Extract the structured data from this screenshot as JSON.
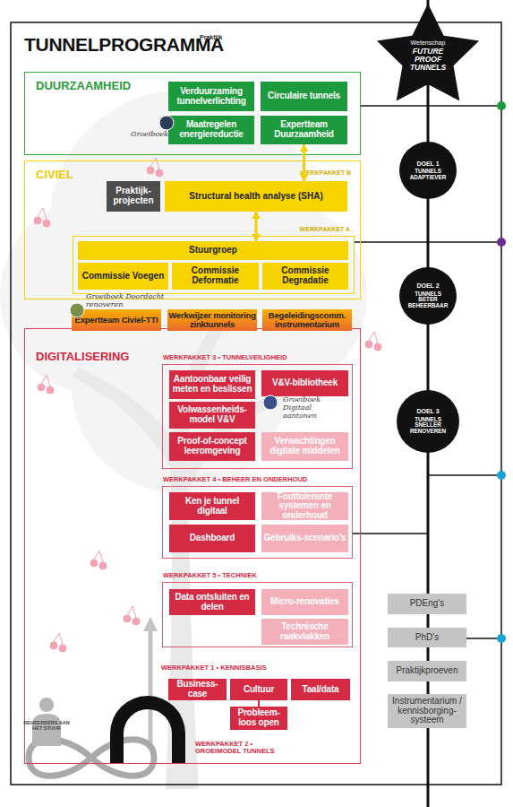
{
  "diagram": {
    "title": "TUNNELPROGRAMMA",
    "nodes": [
      {
        "text": [
          "Wetenschap",
          "FUTURE PROOF TUNNELS"
        ]
      },
      {
        "text": [
          "DUURZAAMHEID"
        ]
      },
      {
        "text": [
          "Verduurzaming tunnelverlichting"
        ],
        "in": 1
      },
      {
        "text": [
          "Circulaire tunnels"
        ],
        "in": 1
      },
      {
        "text": [
          "Maatregelen energiereductie"
        ],
        "in": 1
      },
      {
        "text": [
          "Expertteam Duurzaamheid"
        ],
        "in": 1
      },
      {
        "text": [
          "CIVIEL",
          "WERKPAKKET B"
        ]
      },
      {
        "text": [
          "Praktijk-projecten"
        ],
        "in": 6
      },
      {
        "text": [
          "Structural health analyse (SHA)"
        ],
        "in": 6
      },
      {
        "text": [
          "WERKPAKKET A"
        ],
        "in": 6
      },
      {
        "text": [
          "Stuurgroep"
        ],
        "in": 9
      },
      {
        "text": [
          "Commissie Voegen"
        ],
        "in": 9
      },
      {
        "text": [
          "Commissie Deformatie"
        ],
        "in": 9
      },
      {
        "text": [
          "Commissie Degradatie"
        ],
        "in": 9
      },
      {
        "text": [
          "DOEL 1",
          "TUNNELS ADAPTIEVER"
        ]
      },
      {
        "text": [
          "DOEL 2",
          "TUNNELS BETER BEHEERBAAR"
        ]
      },
      {
        "text": [
          "Expertteam Civiel-TTI"
        ]
      },
      {
        "text": [
          "Werkwijzer monitoring zinktunnels"
        ]
      },
      {
        "text": [
          "Begeleidingscomm. instrumentarium"
        ]
      },
      {
        "text": [
          "DIGITALISERING"
        ]
      },
      {
        "text": [
          "WERKPAKKET 3 • TUNNELVEILIGHEID"
        ],
        "in": 19
      },
      {
        "text": [
          "Aantoonbaar veilig meten en beslissen"
        ],
        "in": 20
      },
      {
        "text": [
          "V&V-bibliotheek"
        ],
        "in": 20
      },
      {
        "text": [
          "Volwassenheids-model V&V"
        ],
        "in": 20
      },
      {
        "text": [
          "Proof-of-concept leeromgeving"
        ],
        "in": 20
      },
      {
        "text": [
          "Verwachtingen digitale middelen"
        ],
        "in": 20
      },
      {
        "text": [
          "DOEL 3",
          "TUNNELS SNELLER RENOVEREN"
        ]
      },
      {
        "text": [
          "WERKPAKKET 4 • BEHEER EN ONDERHOUD"
        ],
        "in": 19
      },
      {
        "text": [
          "Ken je tunnel digitaal"
        ],
        "in": 27
      },
      {
        "text": [
          "Fouttolerante systemen en onderhoud"
        ],
        "in": 27
      },
      {
        "text": [
          "Dashboard"
        ],
        "in": 27
      },
      {
        "text": [
          "Gebruiks-scenario's"
        ],
        "in": 27
      },
      {
        "text": [
          "WERKPAKKET 5 • TECHNIEK"
        ],
        "in": 19
      },
      {
        "text": [
          "Data ontsluiten en delen"
        ],
        "in": 32
      },
      {
        "text": [
          "Micro-renovaties"
        ],
        "in": 32
      },
      {
        "text": [
          "Technische raakvlakken"
        ],
        "in": 32
      },
      {
        "text": [
          "Business-case"
        ],
        "in": 19
      },
      {
        "text": [
          "Cultuur"
        ],
        "in": 19
      },
      {
        "text": [
          "Taal/data"
        ],
        "in": 19
      },
      {
        "text": [
          "Probleem-loos open"
        ],
        "in": 19
      },
      {
        "text": [
          "PDEng's"
        ]
      },
      {
        "text": [
          "PhD's"
        ]
      },
      {
        "text": [
          "Praktijkproeven"
        ]
      },
      {
        "text": [
          "Instrumentarium / kennisborging-systeem"
        ]
      }
    ],
    "edges": [
      {
        "from": 5,
        "to": 8,
        "arrow": "both"
      },
      {
        "from": 8,
        "to": 10,
        "arrow": "both"
      },
      {
        "from": 37,
        "to": 39,
        "arrow": "none"
      }
    ],
    "labels": [
      "Praktijk",
      "Groeiboek",
      "Groeiboek Doordacht renoveren",
      "Groeiboek Digitaal aantonen",
      "WERKPAKKET 1 • KENNISBASIS",
      "WERKPAKKET 2 • GROEIMODEL TUNNELS",
      "BEHEERDERS AAN HET STUUR"
    ]
  }
}
